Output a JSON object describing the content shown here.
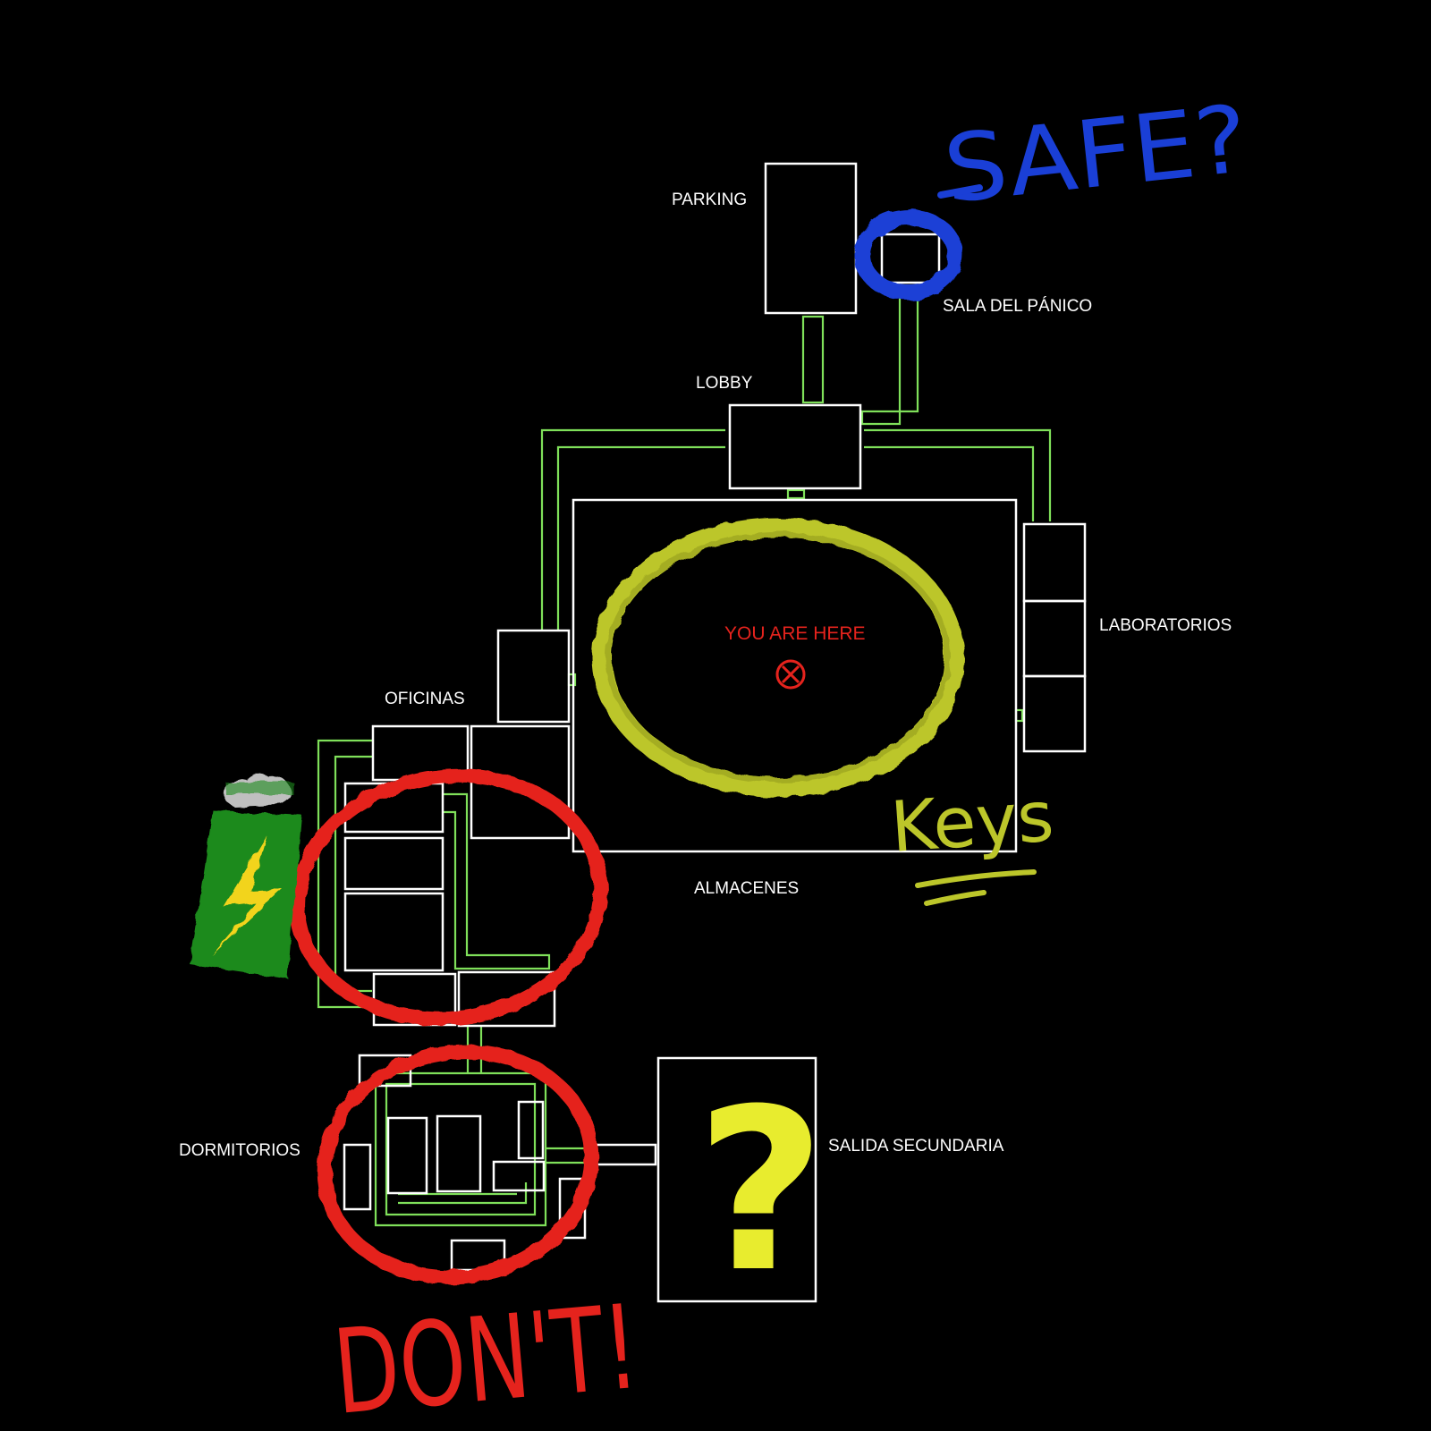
{
  "labels": {
    "parking": "PARKING",
    "panic_room": "SALA DEL PÁNICO",
    "lobby": "LOBBY",
    "labs": "LABORATORIOS",
    "offices": "OFICINAS",
    "warehouses": "ALMACENES",
    "dorms": "DORMITORIOS",
    "secondary_exit": "SALIDA SECUNDARIA",
    "you_are_here": "YOU ARE HERE"
  },
  "annotations": {
    "safe": "SAFE?",
    "keys": "Keys",
    "dont": "DON'T!",
    "question": "?"
  },
  "colors": {
    "background": "#000000",
    "room_outline": "#ffffff",
    "corridor": "#7fe05a",
    "safe": "#1a3fd6",
    "keys": "#bcc62a",
    "danger": "#e5231d",
    "question": "#e8ec2e",
    "generator_body": "#1d8a1d",
    "generator_bolt": "#f2d41a"
  },
  "icons": {
    "you_are_here": "location-cross-icon",
    "generator": "battery-bolt-icon"
  }
}
